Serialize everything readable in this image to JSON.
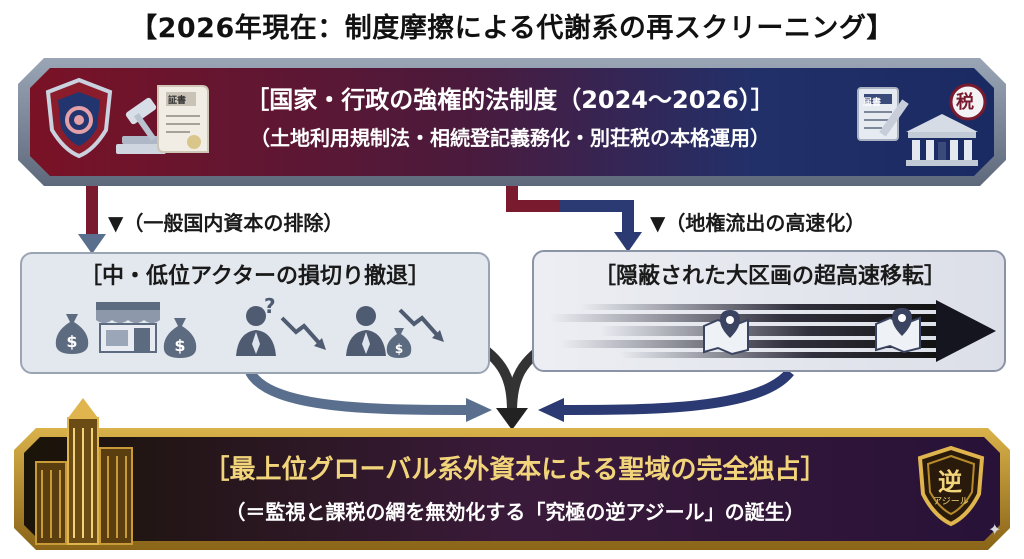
{
  "title": "【2026年現在：制度摩擦による代謝系の再スクリーニング】",
  "top_banner": {
    "line1": "［国家・行政の強権的法制度（2024〜2026）］",
    "line2": "（土地利用規制法・相続登記義務化・別荘税の本格運用）",
    "certificate_label": "証書",
    "form_label": "届書",
    "tax_badge": "税"
  },
  "arrows": {
    "left_label": "▼（一般国内資本の排除）",
    "right_label": "▼（地権流出の高速化）"
  },
  "left_box": {
    "title": "［中・低位アクターの損切り撤退］"
  },
  "right_box": {
    "title": "［隠蔽された大区画の超高速移転］"
  },
  "bottom_banner": {
    "line1": "［最上位グローバル系外資本による聖域の完全独占］",
    "line2": "（＝監視と課税の網を無効化する「究極の逆アジール」の誕生）",
    "emblem_char": "逆",
    "emblem_sub": "アジール"
  },
  "colors": {
    "top_red": "#7a1226",
    "top_blue": "#1a2a62",
    "gold": "#d9b24a",
    "slate": "#5e6a7c"
  },
  "icons": [
    "shield-icon",
    "gavel-icon",
    "certificate-icon",
    "document-pen-icon",
    "government-building-icon",
    "money-bag-icon",
    "storefront-icon",
    "businessman-icon",
    "question-mark-icon",
    "down-trend-arrow-icon",
    "map-pin-icon",
    "skyscraper-icon",
    "sparkle-icon"
  ]
}
